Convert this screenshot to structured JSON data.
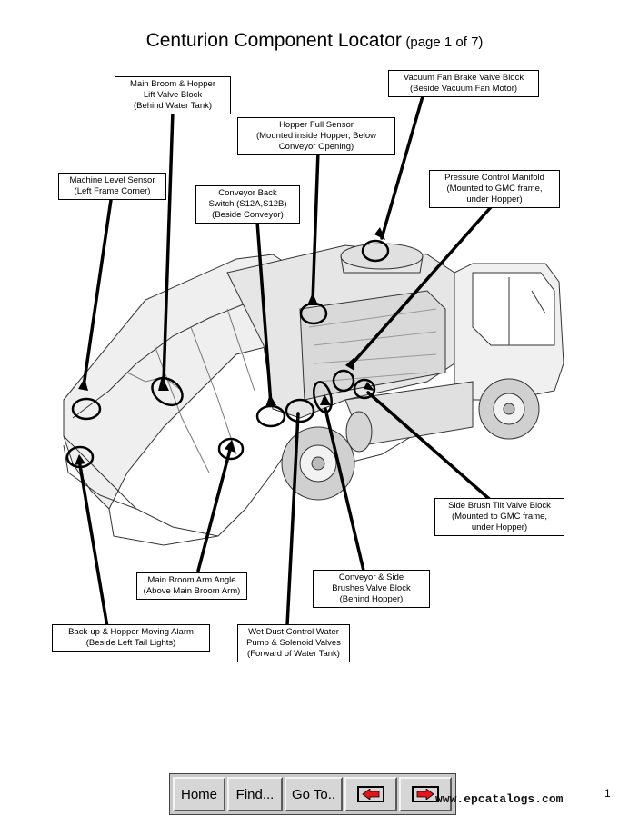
{
  "title": {
    "main": "Centurion Component Locator",
    "sub": "(page 1 of 7)"
  },
  "callouts": {
    "main_broom_hopper": [
      "Main Broom & Hopper",
      "Lift Valve Block",
      "(Behind Water Tank)"
    ],
    "vacuum_fan": [
      "Vacuum Fan Brake Valve Block",
      "(Beside Vacuum Fan Motor)"
    ],
    "hopper_full": [
      "Hopper Full Sensor",
      "(Mounted inside Hopper, Below",
      "Conveyor Opening)"
    ],
    "machine_level": [
      "Machine Level Sensor",
      "(Left Frame Corner)"
    ],
    "conveyor_back": [
      "Conveyor Back",
      "Switch (S12A,S12B)",
      "(Beside Conveyor)"
    ],
    "pressure_control": [
      "Pressure Control Manifold",
      "(Mounted to GMC frame,",
      "under Hopper)"
    ],
    "side_brush_tilt": [
      "Side Brush Tilt Valve Block",
      "(Mounted to GMC frame,",
      "under Hopper)"
    ],
    "main_broom_arm": [
      "Main Broom Arm Angle",
      "(Above Main Broom Arm)"
    ],
    "conveyor_side": [
      "Conveyor & Side",
      "Brushes Valve Block",
      "(Behind Hopper)"
    ],
    "backup_alarm": [
      "Back-up & Hopper Moving Alarm",
      "(Beside Left Tail Lights)"
    ],
    "wet_dust": [
      "Wet Dust Control Water",
      "Pump & Solenoid Valves",
      "(Forward of Water Tank)"
    ]
  },
  "nav": {
    "home": "Home",
    "find": "Find...",
    "goto": "Go To..",
    "prev_icon": "left-arrow-icon",
    "next_icon": "right-arrow-icon",
    "arrow_color": "#e8141b"
  },
  "watermark": "www.epcatalogs.com",
  "page_number": "1"
}
